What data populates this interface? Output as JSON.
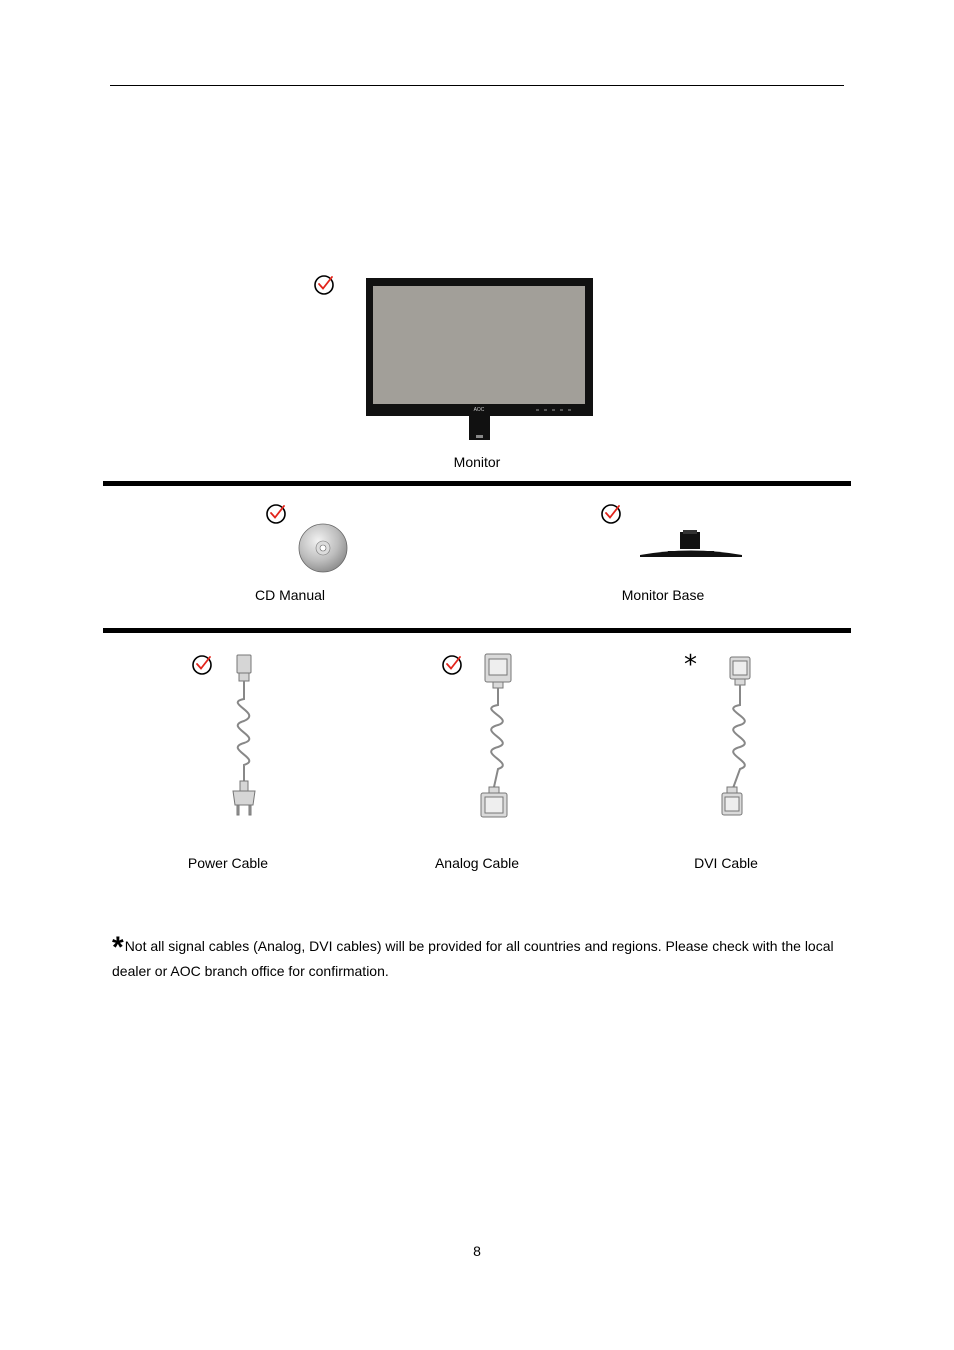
{
  "items": {
    "monitor": {
      "label": "Monitor",
      "logo": "AOC"
    },
    "cd_manual": {
      "label": "CD Manual"
    },
    "monitor_base": {
      "label": "Monitor Base"
    },
    "power_cable": {
      "label": "Power Cable"
    },
    "analog_cable": {
      "label": "Analog Cable"
    },
    "dvi_cable": {
      "label": "DVI Cable"
    }
  },
  "footnote": {
    "marker": "*",
    "text": "Not all signal cables (Analog, DVI cables) will be provided for all countries and regions. Please check with the local dealer or AOC branch office for confirmation."
  },
  "optional_marker": "*",
  "page_number": "8",
  "icons": {
    "included": "check-circle-icon",
    "optional": "asterisk-icon"
  },
  "colors": {
    "check_red": "#e2231a",
    "screen_gray": "#a29f99",
    "cable_gray": "#999999"
  }
}
